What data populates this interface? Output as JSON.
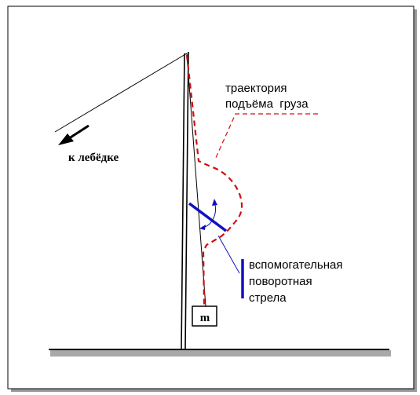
{
  "labels": {
    "winch": "к лебёдке",
    "trajectory_line1": "траектория",
    "trajectory_line2": "подъёма  груза",
    "boom_line1": "вспомогательная",
    "boom_line2": "поворотная",
    "boom_line3": "стрела",
    "mass": "m"
  },
  "colors": {
    "frame": "#000000",
    "rope": "#000000",
    "trajectory": "#d01010",
    "boom": "#1010c0",
    "ground_shadow": "#a8a8a8",
    "background": "#ffffff"
  },
  "icons": {
    "winch_arrow": "arrow-left-down-icon",
    "rotation_arrow": "curved-arrow-icon"
  }
}
